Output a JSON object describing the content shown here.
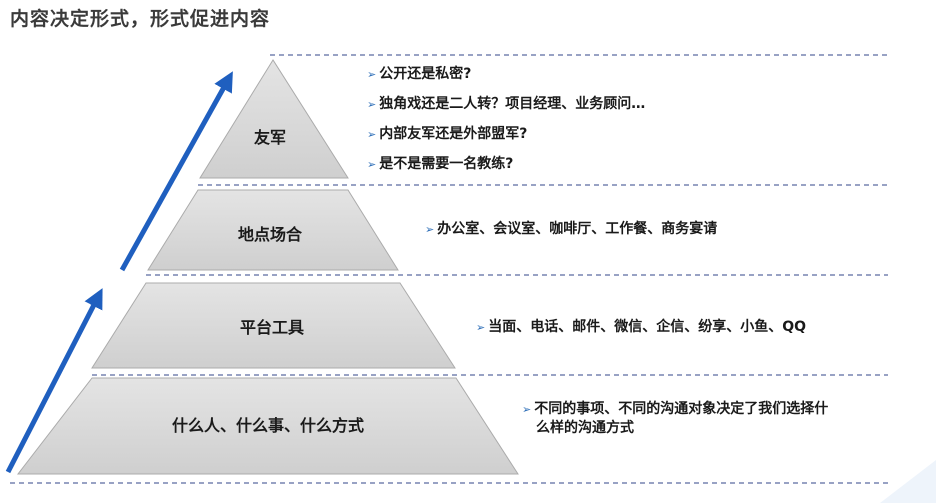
{
  "title": "内容决定形式，形式促进内容",
  "levels": [
    {
      "label": "友军",
      "bullets": [
        "公开还是私密?",
        "独角戏还是二人转？项目经理、业务顾问…",
        "内部友军还是外部盟军?",
        "是不是需要一名教练?"
      ]
    },
    {
      "label": "地点场合",
      "bullets": [
        "办公室、会议室、咖啡厅、工作餐、商务宴请"
      ]
    },
    {
      "label": "平台工具",
      "bullets": [
        "当面、电话、邮件、微信、企信、纷享、小鱼、QQ"
      ]
    },
    {
      "label": "什么人、什么事、什么方式",
      "bullets": [
        "不同的事项、不同的沟通对象决定了我们选择什",
        "么样的沟通方式"
      ]
    }
  ],
  "colors": {
    "tier_fill": "#d4d4d4",
    "tier_stroke": "#ababab",
    "arrow": "#1f5fbf",
    "bullet_mark": "#2e6fb8",
    "dashed_line": "#5a6aa0"
  },
  "icons": {
    "bullet": "triangle-right-icon",
    "arrow": "up-right-arrow-icon"
  }
}
